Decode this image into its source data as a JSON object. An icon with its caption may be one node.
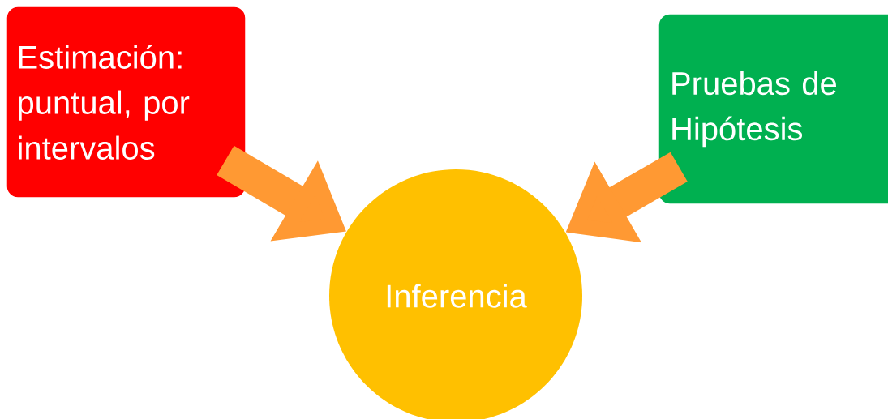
{
  "diagram": {
    "nodes": [
      {
        "text": [
          "Estimación: puntual, por intervalos"
        ]
      },
      {
        "text": [
          "Pruebas de Hipótesis"
        ]
      },
      {
        "text": [
          "Inferencia"
        ]
      }
    ],
    "edges": [
      {
        "from": 0,
        "to": 2,
        "arrow": "to"
      },
      {
        "from": 1,
        "to": 2,
        "arrow": "to"
      }
    ]
  }
}
